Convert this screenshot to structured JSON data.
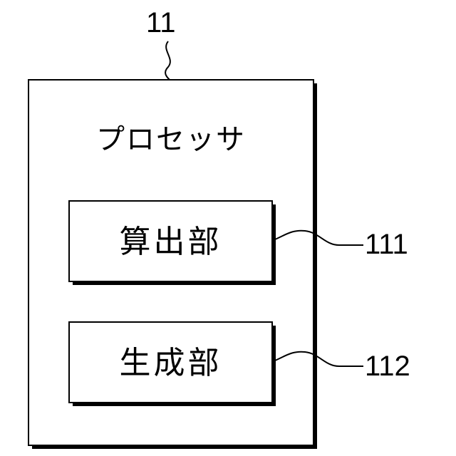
{
  "processor": {
    "reference": "11",
    "title": "プロセッサ"
  },
  "units": [
    {
      "name": "算出部",
      "reference": "111"
    },
    {
      "name": "生成部",
      "reference": "112"
    }
  ],
  "colors": {
    "stroke": "#000000",
    "fill": "#ffffff",
    "shadow": "#000000"
  }
}
